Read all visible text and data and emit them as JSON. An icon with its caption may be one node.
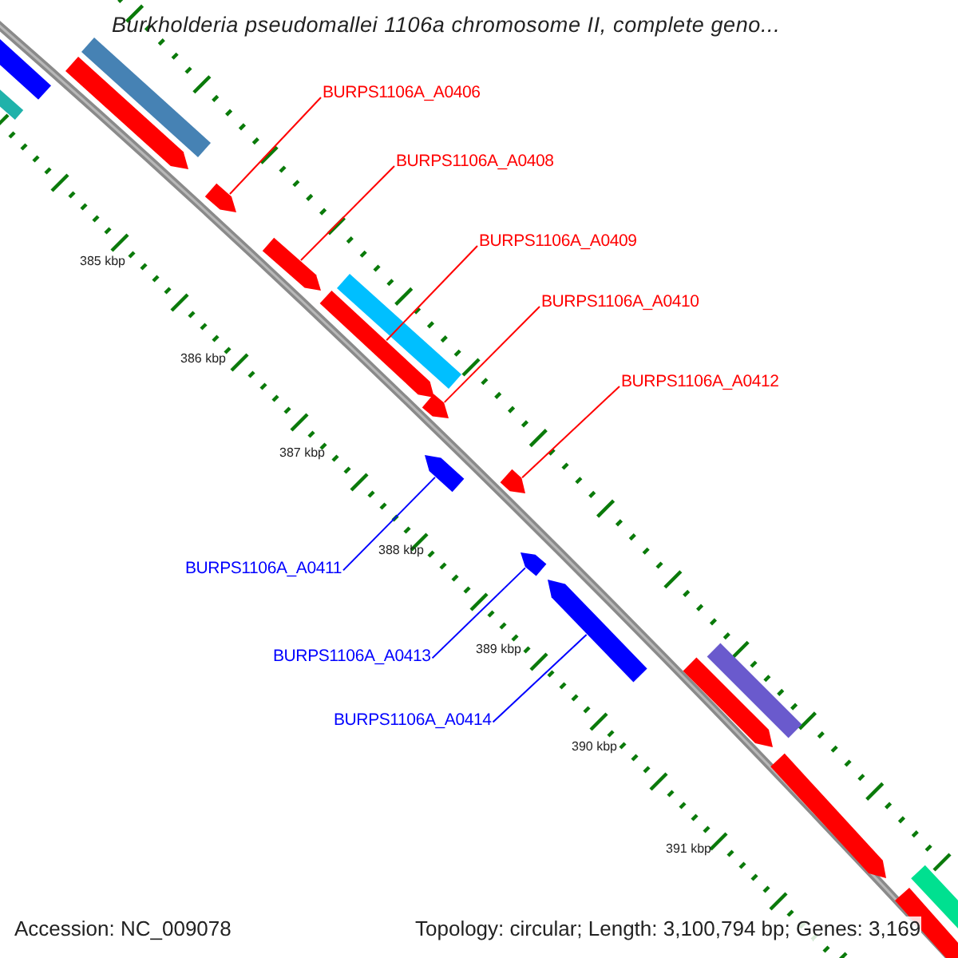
{
  "diagram": {
    "title": "Burkholderia pseudomallei 1106a chromosome II, complete geno...",
    "nodes": [
      {
        "text": [
          "BURPS1106A_A0406"
        ]
      },
      {
        "text": [
          "BURPS1106A_A0408"
        ]
      },
      {
        "text": [
          "BURPS1106A_A0409"
        ]
      },
      {
        "text": [
          "BURPS1106A_A0410"
        ]
      },
      {
        "text": [
          "BURPS1106A_A0412"
        ]
      },
      {
        "text": [
          "BURPS1106A_A0411"
        ]
      },
      {
        "text": [
          "BURPS1106A_A0413"
        ]
      },
      {
        "text": [
          "BURPS1106A_A0414"
        ]
      },
      {
        "text": [],
        "shape": "bar"
      },
      {
        "text": [],
        "shape": "bar"
      },
      {
        "text": [],
        "shape": "bar"
      },
      {
        "text": [],
        "shape": "bar"
      },
      {
        "text": [],
        "shape": "bar"
      },
      {
        "text": [],
        "shape": "bar"
      },
      {
        "text": [],
        "shape": "bar"
      },
      {
        "text": [],
        "shape": "bar"
      },
      {
        "text": [],
        "shape": "bar"
      },
      {
        "text": [],
        "shape": "bar"
      },
      {
        "text": [],
        "shape": "bar"
      },
      {
        "text": [],
        "shape": "bar"
      },
      {
        "text": [],
        "shape": "bar"
      },
      {
        "text": [],
        "shape": "bar"
      },
      {
        "text": [],
        "shape": "bar"
      },
      {
        "text": [],
        "shape": "bar"
      },
      {
        "text": [],
        "shape": "bar"
      },
      {
        "text": [],
        "shape": "bar"
      }
    ],
    "edges": [
      {
        "from": 0,
        "to": 8,
        "arrow": "none"
      },
      {
        "from": 1,
        "to": 9,
        "arrow": "none"
      },
      {
        "from": 2,
        "to": 10,
        "arrow": "none"
      },
      {
        "from": 3,
        "to": 11,
        "arrow": "none"
      },
      {
        "from": 4,
        "to": 12,
        "arrow": "none"
      },
      {
        "from": 5,
        "to": 13,
        "arrow": "none",
        "color": "#0000ff"
      },
      {
        "from": 6,
        "to": 14,
        "arrow": "none",
        "color": "#0000ff"
      },
      {
        "from": 7,
        "to": 15,
        "arrow": "none",
        "color": "#0000ff"
      }
    ],
    "labels": [
      "385 kbp",
      "386 kbp",
      "387 kbp",
      "388 kbp",
      "389 kbp",
      "390 kbp",
      "391 kbp",
      "Accession: NC_009078",
      "Topology: circular; Length: 3,100,794 bp; Genes: 3,169"
    ]
  }
}
